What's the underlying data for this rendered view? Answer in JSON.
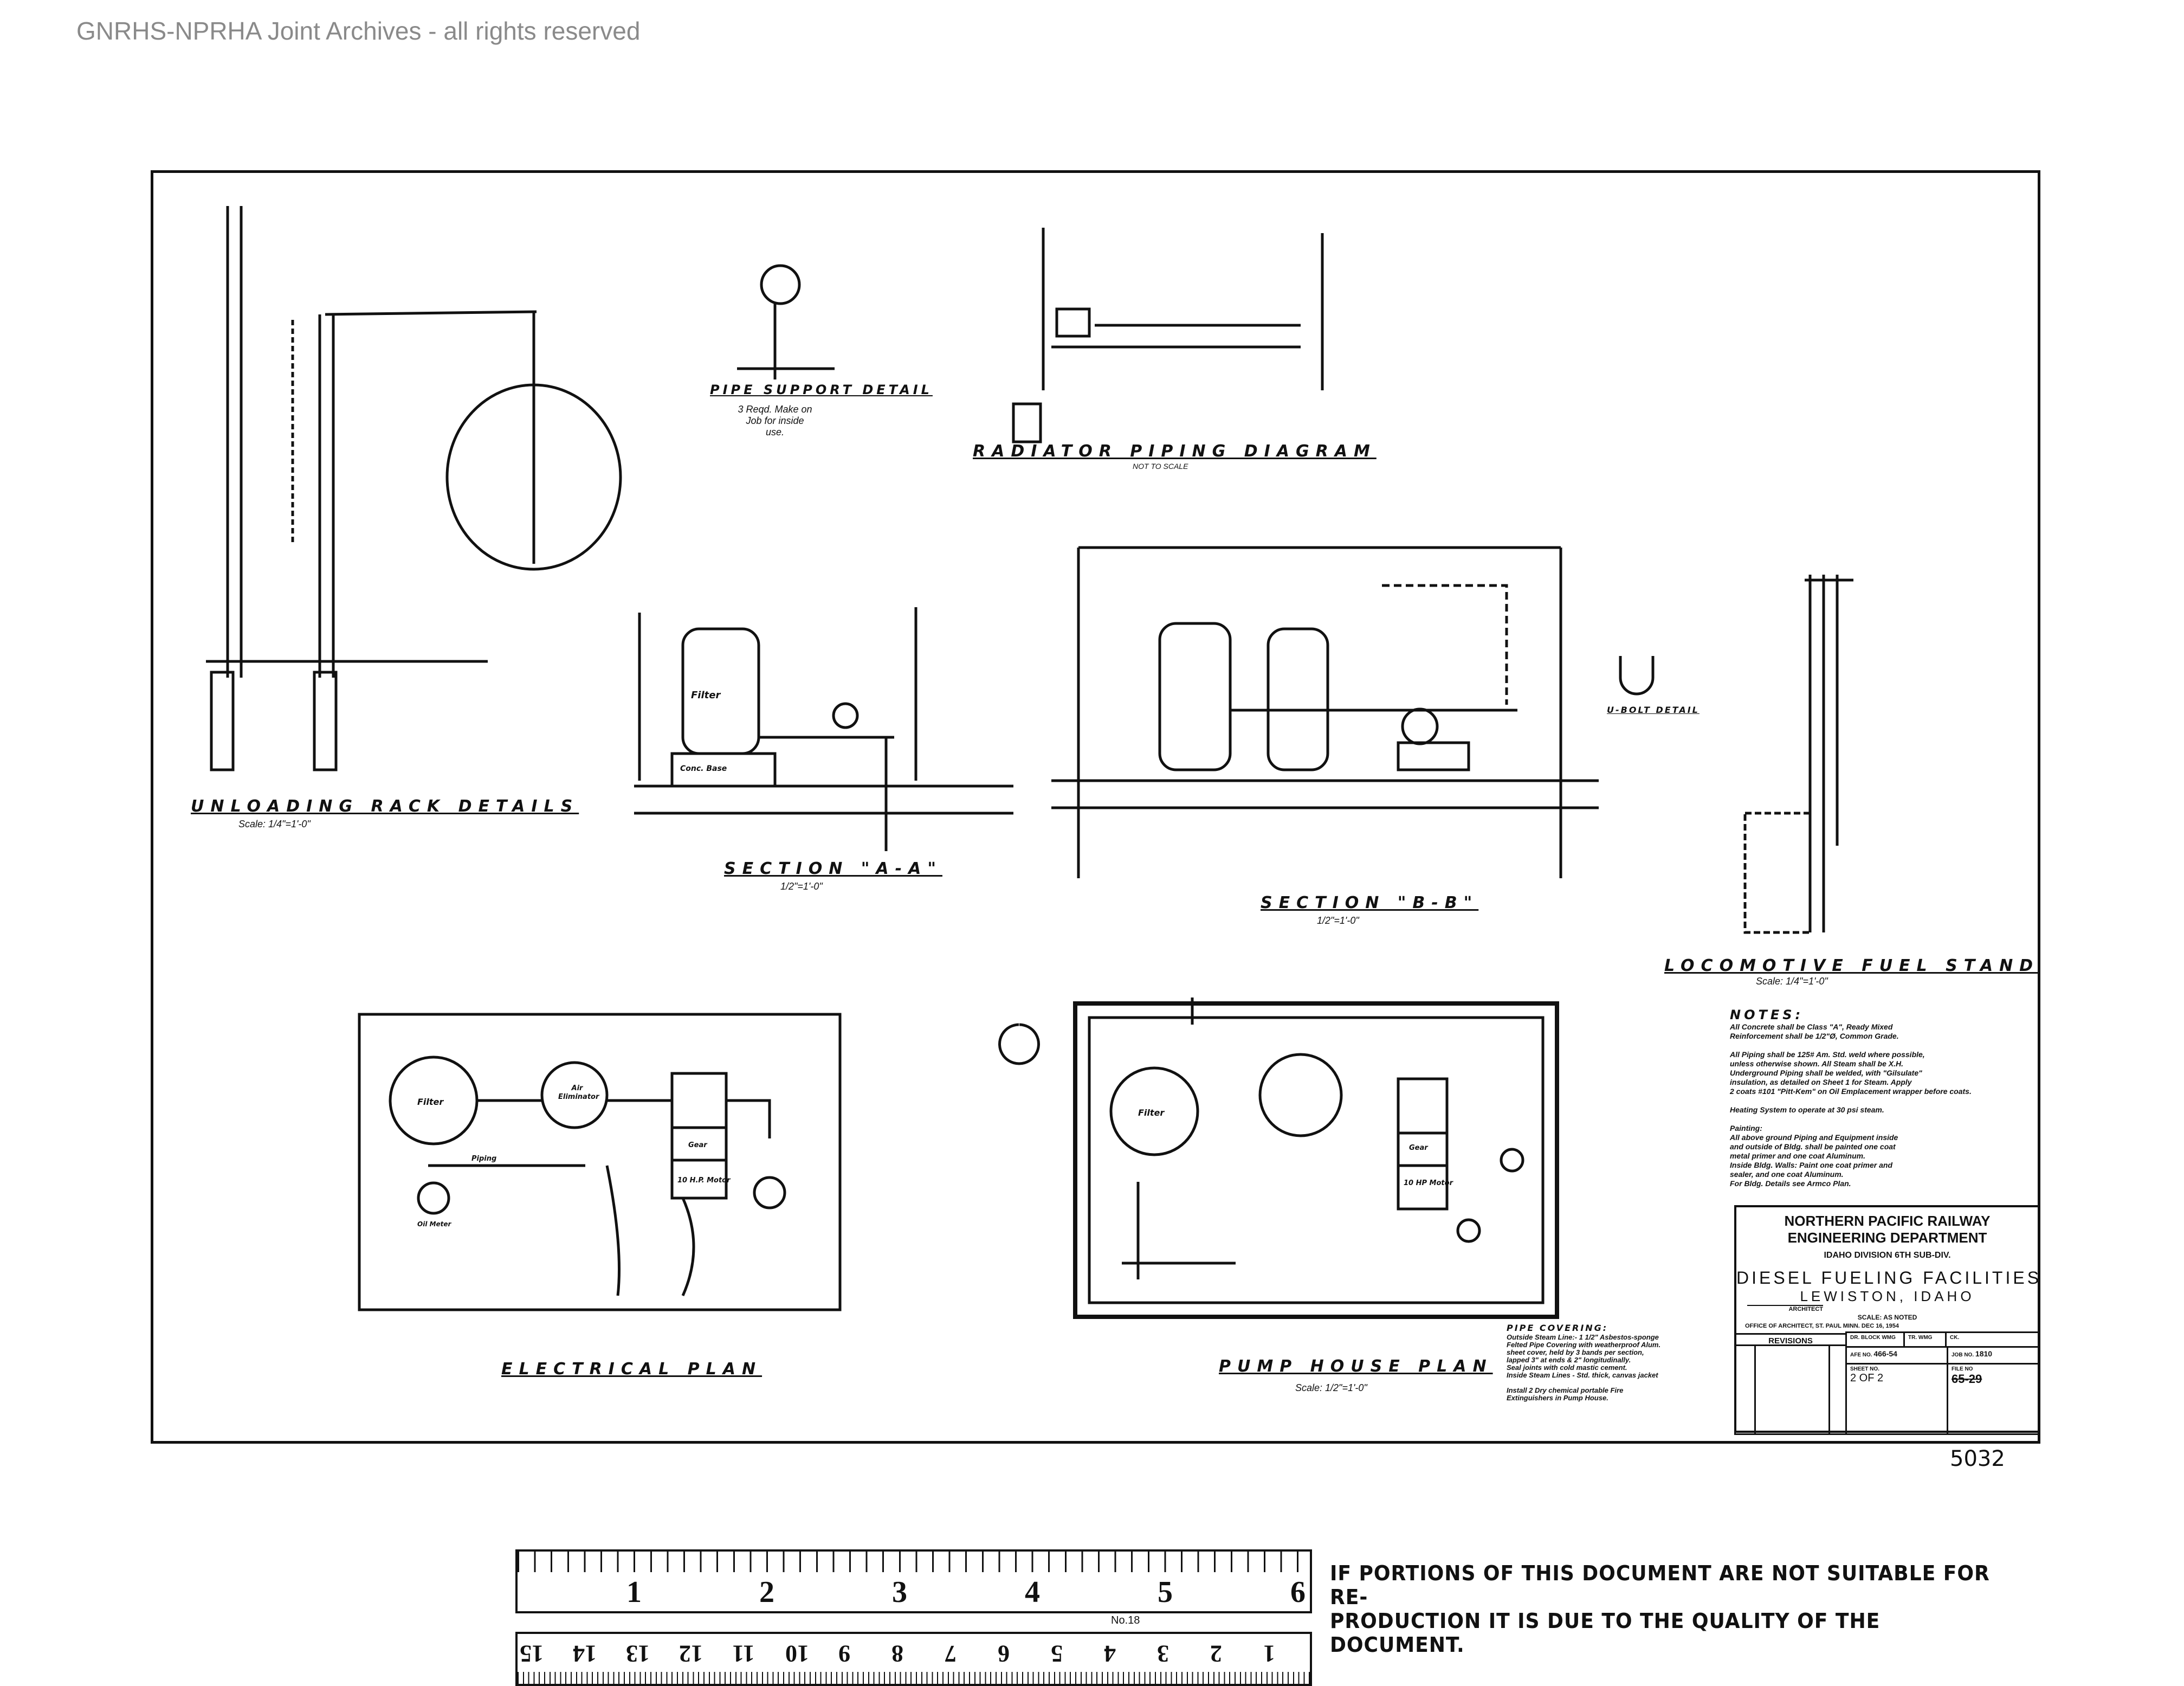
{
  "watermark": "GNRHS-NPRHA Joint Archives - all rights reserved",
  "drawings": {
    "unloading_rack": {
      "title": "UNLOADING RACK DETAILS",
      "scale": "Scale: 1/4\"=1'-0\""
    },
    "pipe_support": {
      "title": "PIPE SUPPORT DETAIL",
      "note": "3 Reqd. Make on Job for inside use."
    },
    "radiator": {
      "title": "RADIATOR PIPING DIAGRAM",
      "scale": "NOT TO SCALE"
    },
    "section_aa": {
      "title": "SECTION \"A-A\"",
      "scale": "1/2\"=1'-0\"",
      "label_filter": "Filter",
      "label_base": "Conc. Base"
    },
    "section_bb": {
      "title": "SECTION \"B-B\"",
      "scale": "1/2\"=1'-0\""
    },
    "ubolt": {
      "title": "U-BOLT DETAIL"
    },
    "fuel_stand": {
      "title": "LOCOMOTIVE FUEL STAND",
      "scale": "Scale: 1/4\"=1'-0\""
    },
    "electrical": {
      "title": "ELECTRICAL PLAN",
      "labels": [
        "Filter",
        "Air Eliminator",
        "Gear",
        "10 H.P. Motor",
        "Oil Meter",
        "Piping"
      ]
    },
    "pump_house": {
      "title": "PUMP HOUSE PLAN",
      "scale": "Scale: 1/2\"=1'-0\"",
      "labels": [
        "Filter",
        "Gear",
        "10 HP Motor"
      ]
    }
  },
  "notes": {
    "heading": "NOTES:",
    "lines": [
      "All Concrete shall be Class \"A\", Ready Mixed",
      "Reinforcement shall be 1/2\"Ø, Common Grade.",
      "",
      "All Piping shall be 125# Am. Std. weld where possible,",
      "unless otherwise shown. All Steam shall be X.H.",
      "Underground Piping shall be welded, with \"Gilsulate\"",
      "insulation, as detailed on Sheet 1 for Steam. Apply",
      "2 coats #101 \"Pitt-Kem\" on Oil Emplacement wrapper before coats.",
      "",
      "Heating System to operate at 30 psi steam.",
      "",
      "Painting:",
      "All above ground Piping and Equipment inside",
      "and outside of Bldg. shall be painted one coat",
      "metal primer and one coat Aluminum.",
      "Inside Bldg. Walls: Paint one coat primer and",
      "sealer, and one coat Aluminum.",
      "For Bldg. Details see Armco Plan."
    ]
  },
  "pipe_covering": {
    "heading": "PIPE COVERING:",
    "lines": [
      "Outside Steam Line:- 1 1/2\" Asbestos-sponge",
      "Felted Pipe Covering with weatherproof Alum.",
      "sheet cover, held by 3 bands per section,",
      "lapped 3\" at ends & 2\" longitudinally.",
      "Seal joints with cold mastic cement.",
      "Inside Steam Lines - Std. thick, canvas jacket",
      "",
      "Install 2 Dry chemical portable Fire",
      "Extinguishers in Pump House."
    ]
  },
  "title_block": {
    "company": "NORTHERN PACIFIC RAILWAY",
    "department": "ENGINEERING DEPARTMENT",
    "division": "IDAHO DIVISION   6TH SUB-DIV.",
    "project": "DIESEL FUELING FACILITIES",
    "location": "LEWISTON, IDAHO",
    "architect_label": "ARCHITECT",
    "scale": "SCALE: AS NOTED",
    "office": "OFFICE OF ARCHITECT, ST. PAUL MINN.  DEC 16, 1954",
    "revisions": "REVISIONS",
    "dr": "DR. BLOCK WMG",
    "tr": "TR. WMG",
    "ck": "CK. ",
    "afe_label": "AFE NO.",
    "afe": "466-54",
    "job_label": "JOB NO.",
    "job": "1810",
    "sheet_label": "SHEET NO.",
    "sheet": "2 OF 2",
    "file_label": "FILE NO",
    "file": "65-29"
  },
  "drawing_number": "5032",
  "ruler": {
    "inches": [
      "1",
      "2",
      "3",
      "4",
      "5",
      "6"
    ],
    "cm": [
      "1",
      "2",
      "3",
      "4",
      "5",
      "6",
      "7",
      "8",
      "9",
      "10",
      "11",
      "12",
      "13",
      "14",
      "15"
    ],
    "model": "No.18"
  },
  "banner": {
    "line1": "IF PORTIONS OF THIS DOCUMENT ARE NOT SUITABLE FOR RE-",
    "line2": "PRODUCTION IT IS DUE TO THE QUALITY OF THE DOCUMENT."
  }
}
